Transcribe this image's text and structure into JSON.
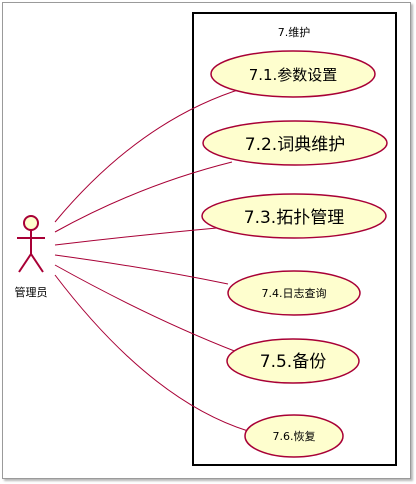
{
  "diagram": {
    "system": {
      "title": "7.维护"
    },
    "actor": {
      "label": "管理员"
    },
    "use_cases": [
      {
        "id": "7.1",
        "label": "7.1.参数设置"
      },
      {
        "id": "7.2",
        "label": "7.2.词典维护"
      },
      {
        "id": "7.3",
        "label": "7.3.拓扑管理"
      },
      {
        "id": "7.4",
        "label": "7.4.日志查询"
      },
      {
        "id": "7.5",
        "label": "7.5.备份"
      },
      {
        "id": "7.6",
        "label": "7.6.恢复"
      }
    ],
    "colors": {
      "use_case_fill": "#FEFECE",
      "use_case_stroke": "#A80036",
      "association_line": "#A80036",
      "actor_fill": "#FEFECE",
      "actor_stroke": "#A80036",
      "boundary_stroke": "#000000",
      "text": "#000000"
    }
  }
}
